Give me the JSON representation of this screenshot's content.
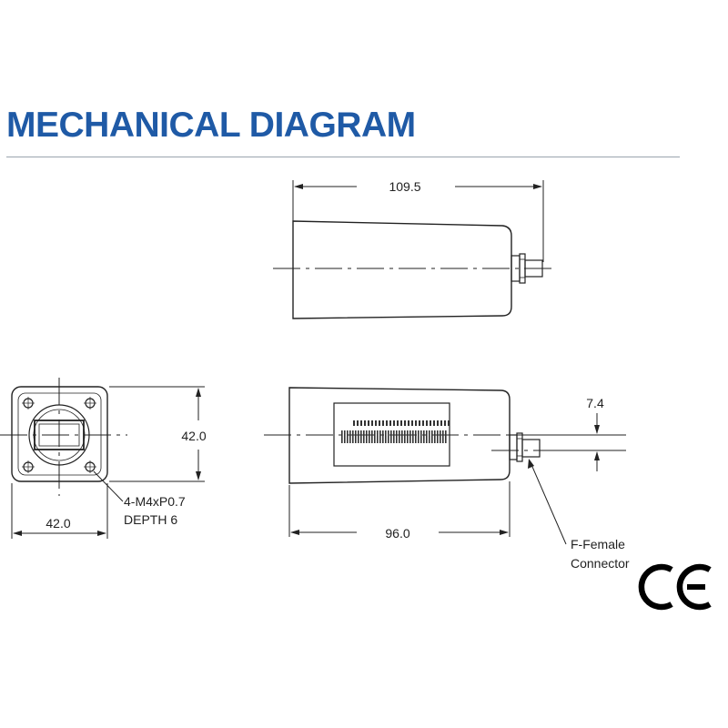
{
  "header": {
    "title": "MECHANICAL DIAGRAM",
    "title_color": "#1f5aa6",
    "rule_color": "#9aa4ad"
  },
  "dimensions": {
    "overall_length": "109.5",
    "body_length": "96.0",
    "face_height": "42.0",
    "face_width": "42.0",
    "connector_offset": "7.4"
  },
  "callouts": {
    "holes_line1": "4-M4xP0.7",
    "holes_line2": "DEPTH 6",
    "connector_line1": "F-Female",
    "connector_line2": "Connector"
  },
  "marks": {
    "ce_mark": "CE"
  },
  "icons": [
    "ce-mark-icon"
  ]
}
